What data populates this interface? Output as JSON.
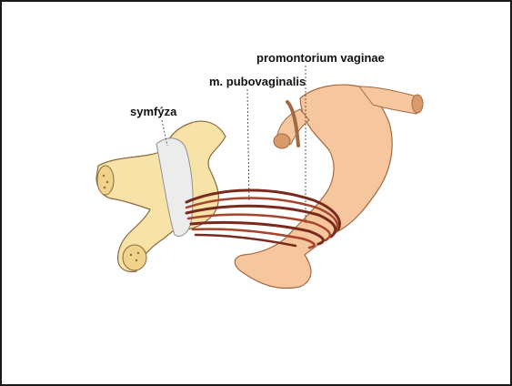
{
  "labels": {
    "symfyza": "symfýza",
    "pubovaginalis": "m. pubovaginalis",
    "promontorium": "promontorium vaginae"
  },
  "colors": {
    "bone_fill": "#f7e2a8",
    "bone_edge": "#8a6a3a",
    "cartilage": "#ececec",
    "vagina_fill": "#f6c79e",
    "vagina_edge": "#a26a42",
    "muscle": "#7a2a1c",
    "muscle_light": "#a8432c"
  }
}
